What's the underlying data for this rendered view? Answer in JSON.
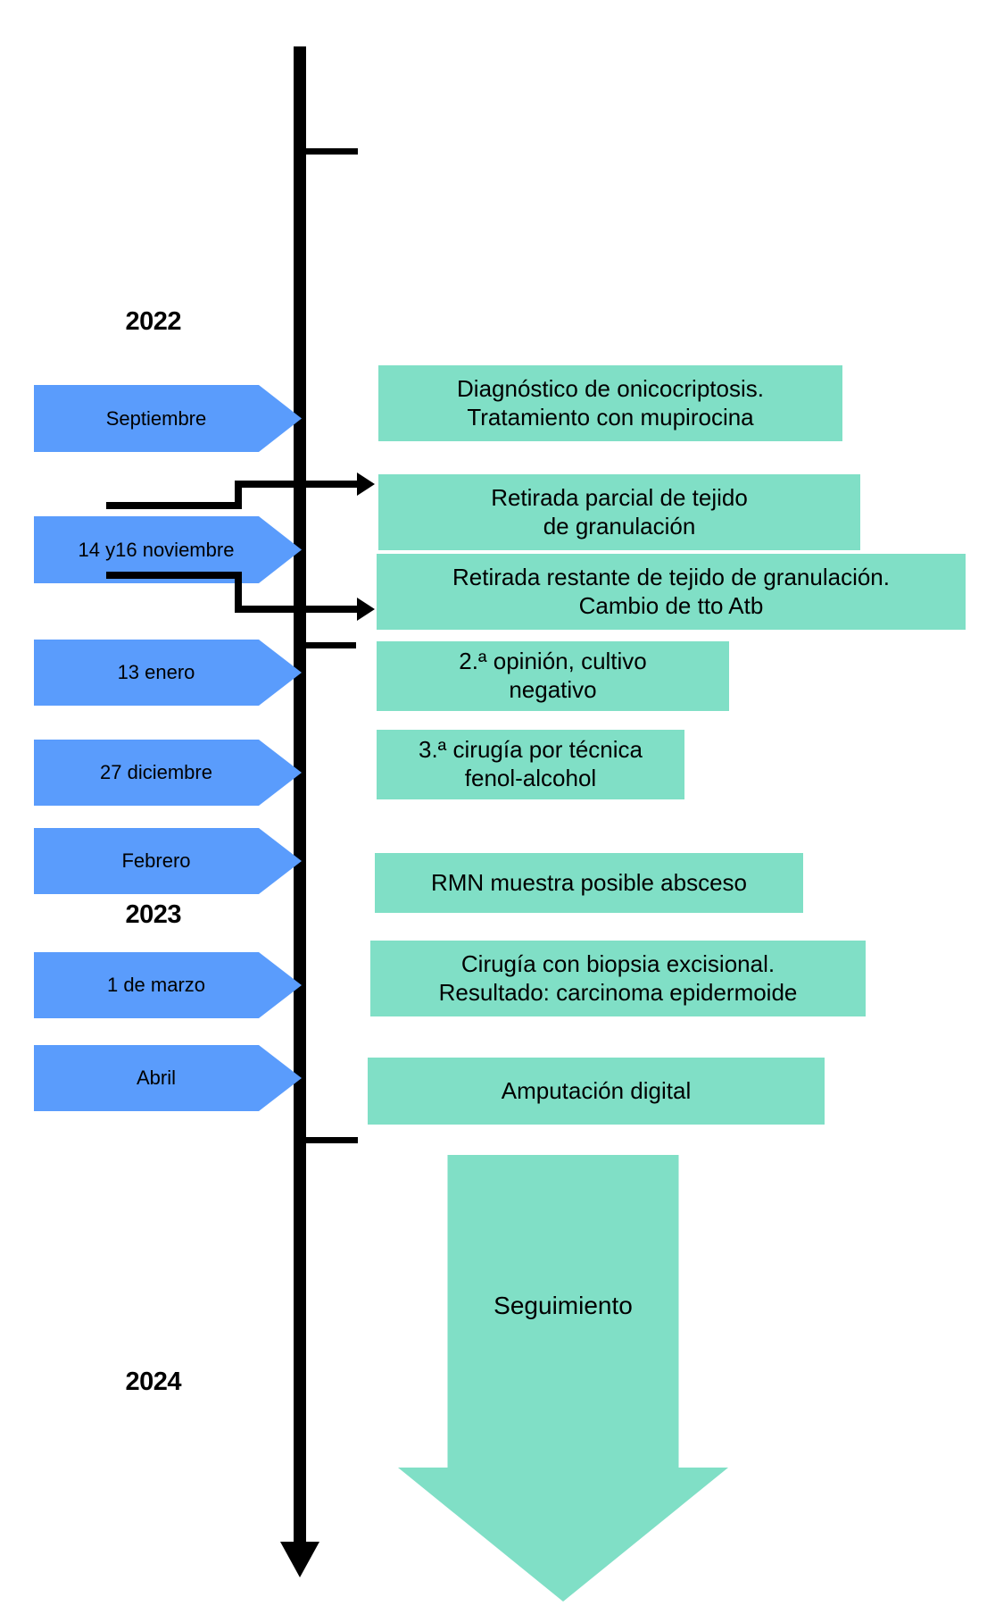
{
  "diagram": {
    "title_text": "",
    "colors": {
      "date_arrow_blue": "#5A9CFC",
      "event_box_green": "#80DFC6",
      "timeline_black": "#000000",
      "background": "#FFFFFF"
    },
    "timeline": {
      "years": [
        {
          "label": "2022"
        },
        {
          "label": "2023"
        },
        {
          "label": "2024"
        }
      ],
      "ticks": 3
    },
    "date_markers": [
      {
        "label": "Septiembre"
      },
      {
        "label": "14 y16 noviembre"
      },
      {
        "label": "13 enero"
      },
      {
        "label": "27 diciembre"
      },
      {
        "label": "Febrero"
      },
      {
        "label": "1 de marzo"
      },
      {
        "label": "Abril"
      }
    ],
    "events": [
      {
        "text": "Diagnóstico de onicocriptosis.\nTratamiento con mupirocina"
      },
      {
        "text": "Retirada parcial de tejido\nde granulación"
      },
      {
        "text": "Retirada restante de tejido de granulación.\nCambio de tto Atb"
      },
      {
        "text": "2.ª opinión, cultivo\nnegativo"
      },
      {
        "text": "3.ª cirugía por técnica\nfenol-alcohol"
      },
      {
        "text": "RMN muestra posible absceso"
      },
      {
        "text": "Cirugía con biopsia excisional.\nResultado: carcinoma epidermoide"
      },
      {
        "text": "Amputación digital"
      }
    ],
    "followup": {
      "label": "Seguimiento"
    }
  }
}
